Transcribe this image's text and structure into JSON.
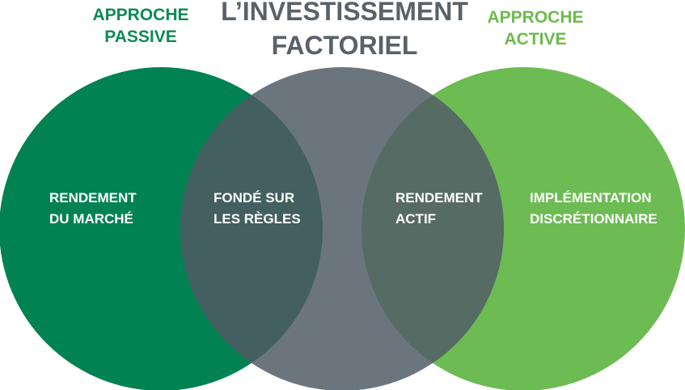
{
  "title": {
    "line1": "L’INVESTISSEMENT",
    "line2": "FACTORIEL"
  },
  "passive": {
    "line1": "APPROCHE",
    "line2": "PASSIVE",
    "color": "#0e8a56"
  },
  "active": {
    "line1": "APPROCHE",
    "line2": "ACTIVE",
    "color": "#6cbb4d"
  },
  "regions": {
    "market_return": {
      "line1": "RENDEMENT",
      "line2": "DU MARCHÉ"
    },
    "rules_based": {
      "line1": "FONDÉ SUR",
      "line2": "LES RÈGLES"
    },
    "active_return": {
      "line1": "RENDEMENT",
      "line2": "ACTIF"
    },
    "discretionary": {
      "line1": "IMPLÉMENTATION",
      "line2": "DISCRÉTIONNAIRE"
    }
  },
  "colors": {
    "left_circle": "#008253",
    "middle_circle": "#6b757d",
    "right_circle": "#6dbb53",
    "overlap_left": "#435f5f",
    "overlap_right": "#566b64",
    "title": "#5a6169"
  }
}
